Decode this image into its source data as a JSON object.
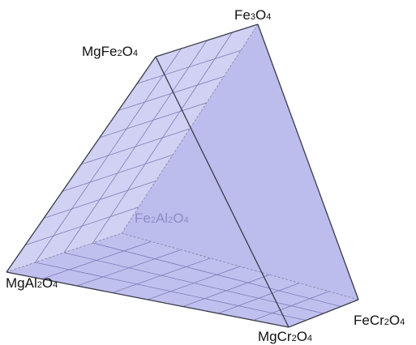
{
  "colors": {
    "face_fill": "#b4b4ec",
    "back_face_fill": "#9e9ee0",
    "edge": "#3a3a4a",
    "grid": "#7c7cb8",
    "hidden_edge": "#8a8aa8",
    "hidden_label": "#8c8cc8",
    "label": "#111111"
  },
  "vertices": {
    "fe3o4": {
      "parts": [
        {
          "t": "Fe",
          "sub": false
        },
        {
          "t": "3",
          "sub": true
        },
        {
          "t": "O",
          "sub": false
        },
        {
          "t": "4",
          "sub": true
        }
      ]
    },
    "mgfe2o4": {
      "parts": [
        {
          "t": "MgFe",
          "sub": false
        },
        {
          "t": "2",
          "sub": true
        },
        {
          "t": "O",
          "sub": false
        },
        {
          "t": "4",
          "sub": true
        }
      ]
    },
    "fe2al2o4": {
      "parts": [
        {
          "t": "Fe",
          "sub": false
        },
        {
          "t": "2",
          "sub": true
        },
        {
          "t": "Al",
          "sub": false
        },
        {
          "t": "2",
          "sub": true
        },
        {
          "t": "O",
          "sub": false
        },
        {
          "t": "4",
          "sub": true
        }
      ]
    },
    "mgal2o4": {
      "parts": [
        {
          "t": "MgAl",
          "sub": false
        },
        {
          "t": "2",
          "sub": true
        },
        {
          "t": "O",
          "sub": false
        },
        {
          "t": "4",
          "sub": true
        }
      ]
    },
    "mgcr2o4": {
      "parts": [
        {
          "t": "MgCr",
          "sub": false
        },
        {
          "t": "2",
          "sub": true
        },
        {
          "t": "O",
          "sub": false
        },
        {
          "t": "4",
          "sub": true
        }
      ]
    },
    "fecr2o4": {
      "parts": [
        {
          "t": "FeCr",
          "sub": false
        },
        {
          "t": "2",
          "sub": true
        },
        {
          "t": "O",
          "sub": false
        },
        {
          "t": "4",
          "sub": true
        }
      ]
    }
  }
}
